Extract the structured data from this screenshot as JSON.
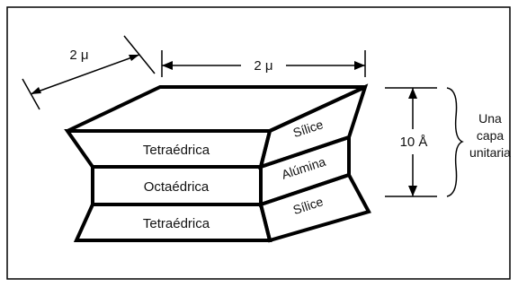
{
  "dimensions": {
    "depth": "2 μ",
    "width": "2 μ",
    "height": "10 Å"
  },
  "layers": {
    "front": [
      "Tetraédrica",
      "Octaédrica",
      "Tetraédrica"
    ],
    "side": [
      "Sílice",
      "Alúmina",
      "Sílice"
    ]
  },
  "unit_note": [
    "Una",
    "capa",
    "unitaria"
  ]
}
